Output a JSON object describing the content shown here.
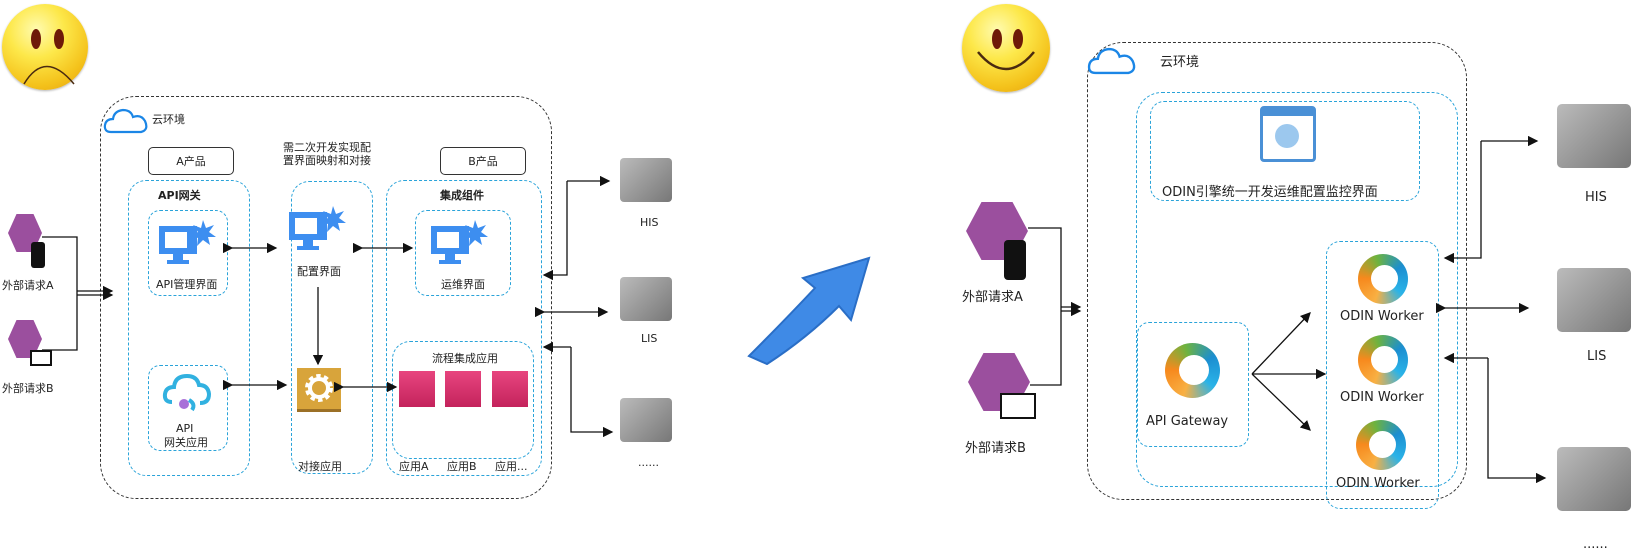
{
  "colors": {
    "accent_blue": "#2aa3d9",
    "monitor_blue": "#3d8ef0",
    "app_pink": "#d6336c",
    "gear_gold": "#d8a43b",
    "hex_purple": "#9b4f9e",
    "arrow_blue": "#3f8ae6"
  },
  "left": {
    "status_icon": "sad-face-icon",
    "cloud_label": "云环境",
    "product_a": "A产品",
    "product_b": "B产品",
    "note": [
      "需二次开发实现配",
      "置界面映射和对接"
    ],
    "api_gateway_group": "API网关",
    "api_mgmt_ui": "API管理界面",
    "api_gateway_app": [
      "API",
      "网关应用"
    ],
    "config_ui": "配置界面",
    "connector_app": "对接应用",
    "integration_group": "集成组件",
    "ops_ui": "运维界面",
    "flow_group": "流程集成应用",
    "apps": [
      "应用A",
      "应用B",
      "应用..."
    ],
    "clients": [
      "外部请求A",
      "外部请求B"
    ],
    "systems": [
      "HIS",
      "LIS",
      "......"
    ]
  },
  "transition_icon": "curved-arrow-up-right-icon",
  "right": {
    "status_icon": "happy-face-icon",
    "cloud_label": "云环境",
    "odin_ui": "ODIN引擎统一开发运维配置监控界面",
    "api_gateway": "API Gateway",
    "workers": [
      "ODIN Worker",
      "ODIN Worker",
      "ODIN Worker"
    ],
    "clients": [
      "外部请求A",
      "外部请求B"
    ],
    "systems": [
      "HIS",
      "LIS",
      "......"
    ]
  }
}
